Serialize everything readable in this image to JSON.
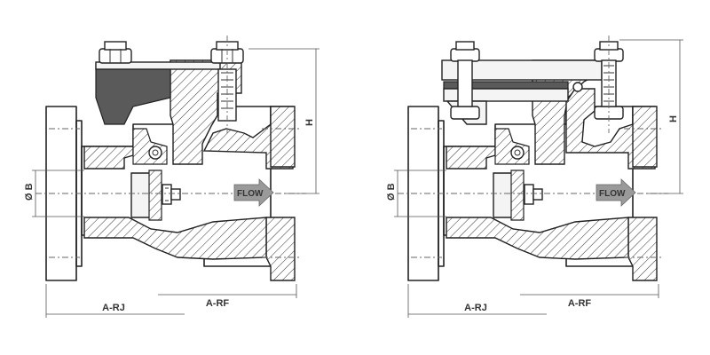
{
  "labels": {
    "dim_a_rj": "A-RJ",
    "dim_a_rf": "A-RF",
    "dim_h": "H",
    "dim_b": "Ø B",
    "flow": "FLOW"
  },
  "colors": {
    "line": "#222222",
    "flow_arrow": "#9a9a9a",
    "bonnet_dark": "#5a5a5a"
  },
  "icons": [
    "flow-arrow-icon",
    "hex-nut-icon",
    "bolt-icon"
  ]
}
